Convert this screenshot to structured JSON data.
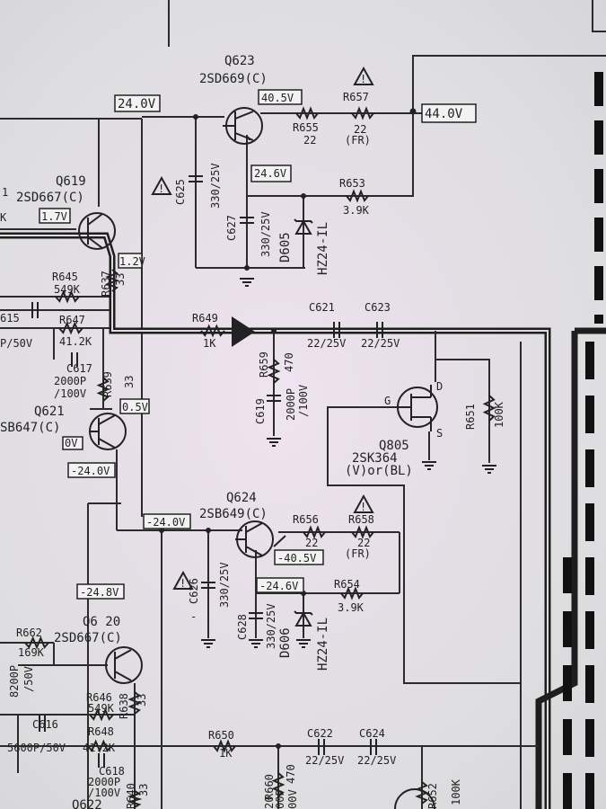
{
  "transistors": {
    "q623": {
      "ref": "Q623",
      "part": "2SD669(C)"
    },
    "q619": {
      "ref": "Q619",
      "part": "2SD667(C)"
    },
    "q621": {
      "ref": "Q621",
      "part": "SB647(C)"
    },
    "q624": {
      "ref": "Q624",
      "part": "2SB649(C)"
    },
    "q620": {
      "ref": "Q6 20",
      "part": "2SD667(C)"
    },
    "q622": {
      "ref": "Q622"
    },
    "q805": {
      "ref": "Q805",
      "part": "2SK364",
      "grade": "(V)or(BL)",
      "g": "G",
      "d": "D",
      "s": "S"
    }
  },
  "voltages": {
    "v24_0": "24.0V",
    "v40_5": "40.5V",
    "v44_0": "44.0V",
    "v24_6": "24.6V",
    "v1_7": "1.7V",
    "v1_2": "1.2V",
    "v0_5": "0.5V",
    "v0": "0V",
    "vm24_0a": "-24.0V",
    "vm24_0b": "-24.0V",
    "vm40_5": "-40.5V",
    "vm24_6": "-24.6V",
    "vm24_8": "-24.8V"
  },
  "resistors": {
    "r657": {
      "ref": "R657",
      "val": "22",
      "note": "(FR)"
    },
    "r655": {
      "ref": "R655",
      "val": "22"
    },
    "r653": {
      "ref": "R653",
      "val": "3.9K"
    },
    "r645": {
      "ref": "R645",
      "val": "549K"
    },
    "r647": {
      "ref": "R647",
      "val": "41.2K"
    },
    "r637": {
      "ref": "R637",
      "val": "33"
    },
    "r649": {
      "ref": "R649",
      "val": "1K"
    },
    "r659": {
      "ref": "R659",
      "val": "470"
    },
    "r639": {
      "ref": "R639",
      "val": "33"
    },
    "r651": {
      "ref": "R651",
      "val": "100K"
    },
    "r656": {
      "ref": "R656",
      "val": "22"
    },
    "r658": {
      "ref": "R658",
      "val": "22",
      "note": "(FR)"
    },
    "r654": {
      "ref": "R654",
      "val": "3.9K"
    },
    "r662": {
      "ref": "R662",
      "val": "169K"
    },
    "r646": {
      "ref": "R646",
      "val": "549K"
    },
    "r648": {
      "ref": "R648",
      "val": "41.2K"
    },
    "r638": {
      "ref": "R638",
      "val": "33"
    },
    "r650": {
      "ref": "R650",
      "val": "1K"
    },
    "r660": {
      "ref": "R660",
      "val": "470"
    },
    "r640": {
      "ref": "R640",
      "val": "33"
    },
    "r652": {
      "ref": "R652",
      "val": "100K"
    }
  },
  "capacitors": {
    "c625": {
      "ref": "C625",
      "val": "330/25V"
    },
    "c627": {
      "ref": "C627",
      "val": "330/25V"
    },
    "c621": {
      "ref": "C621",
      "val": "22/25V"
    },
    "c623": {
      "ref": "C623",
      "val": "22/25V"
    },
    "c615": {
      "ref": "615",
      "val": "P/50V"
    },
    "c617": {
      "ref": "C617",
      "val1": "2000P",
      "val2": "/100V"
    },
    "c619": {
      "ref": "C619",
      "val1": "2000P",
      "val2": "/100V"
    },
    "c626": {
      "ref": "C626",
      "val": "330/25V"
    },
    "c628": {
      "ref": "C628",
      "val": "330/25V"
    },
    "c616": {
      "ref": "C616",
      "val": "5600P/50V"
    },
    "c618": {
      "ref": "C618",
      "val1": "2000P",
      "val2": "/100V"
    },
    "c620": {
      "val1": "8200P",
      "val2": "/50V"
    },
    "c622": {
      "ref": "C622",
      "val": "22/25V"
    },
    "c624": {
      "ref": "C624",
      "val": "22/25V"
    },
    "c660": {
      "val1": "00P",
      "val2": "00V"
    }
  },
  "diodes": {
    "d605": {
      "ref": "D605",
      "part": "HZ24-IL"
    },
    "d606": {
      "ref": "D606",
      "part": "HZ24-IL"
    }
  },
  "misc": {
    "k_frag": "K",
    "r_frag": "1",
    "dash": "-",
    "r20": "20",
    "warn": "!"
  },
  "colors": {
    "ink": "#222222",
    "paper": "#e4e2e6",
    "screen_bezel": "#efefef"
  }
}
